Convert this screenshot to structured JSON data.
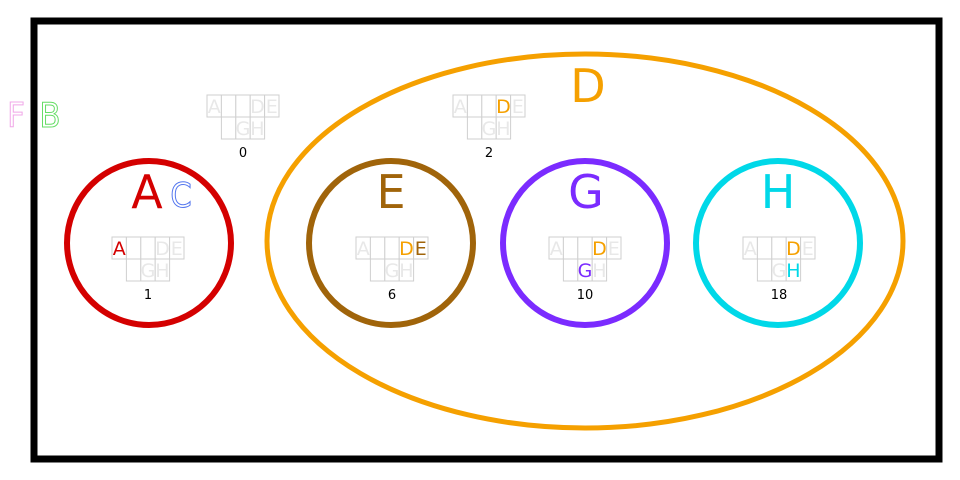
{
  "sets": {
    "A": {
      "label": "A",
      "color": "#d40000"
    },
    "B": {
      "label": "B",
      "color": "#66dd66"
    },
    "C": {
      "label": "C",
      "color": "#5577ee"
    },
    "D": {
      "label": "D",
      "color": "#f5a000"
    },
    "E": {
      "label": "E",
      "color": "#a0640a"
    },
    "F": {
      "label": "F",
      "color": "#f0a8e8"
    },
    "G": {
      "label": "G",
      "color": "#7b2bff"
    },
    "H": {
      "label": "H",
      "color": "#00d8e8"
    }
  },
  "glyph_letters": {
    "top": [
      "A",
      "B",
      "C",
      "D",
      "E"
    ],
    "bottom": [
      "F",
      "G",
      "H"
    ]
  },
  "regions": [
    {
      "value": "0",
      "active": []
    },
    {
      "value": "2",
      "active": [
        "D"
      ]
    },
    {
      "value": "1",
      "active": [
        "A"
      ]
    },
    {
      "value": "6",
      "active": [
        "D",
        "E"
      ]
    },
    {
      "value": "10",
      "active": [
        "D",
        "G"
      ]
    },
    {
      "value": "18",
      "active": [
        "D",
        "H"
      ]
    }
  ]
}
